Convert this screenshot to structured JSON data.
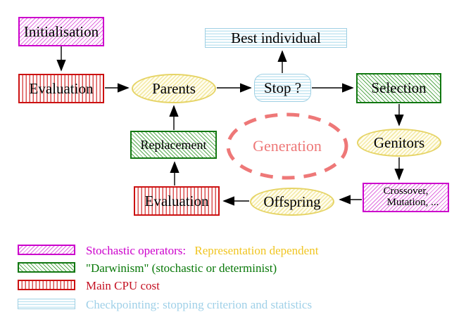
{
  "diagram": {
    "title_hint": "Evolutionary algorithm generation loop",
    "nodes": {
      "initialisation": {
        "label": "Initialisation"
      },
      "evaluation_top": {
        "label": "Evaluation"
      },
      "parents": {
        "label": "Parents"
      },
      "best_individual": {
        "label": "Best individual"
      },
      "stop": {
        "label": "Stop ?"
      },
      "selection": {
        "label": "Selection"
      },
      "genitors": {
        "label": "Genitors"
      },
      "crossover": {
        "line1": "Crossover,",
        "line2": "Mutation, ..."
      },
      "offspring": {
        "label": "Offspring"
      },
      "evaluation_bottom": {
        "label": "Evaluation"
      },
      "replacement": {
        "label": "Replacement"
      },
      "generation": {
        "label": "Generation"
      }
    },
    "colors": {
      "magenta": "#cc00cc",
      "red": "#cc1111",
      "green": "#117711",
      "yellow_border": "#e6d466",
      "cyan": "#9fd0e4",
      "salmon": "#ee7878",
      "gold_text": "#f0c521",
      "legend_green_text": "#087808",
      "legend_red_text": "#c41022",
      "legend_cyan_text": "#9fd0e8",
      "arrow": "#000000"
    },
    "legend": {
      "row1a": "Stochastic operators:",
      "row1b": "Representation dependent",
      "row2": "\"Darwinism\" (stochastic or determinist)",
      "row3": "Main CPU cost",
      "row4": "Checkpointing: stopping criterion and statistics"
    }
  }
}
